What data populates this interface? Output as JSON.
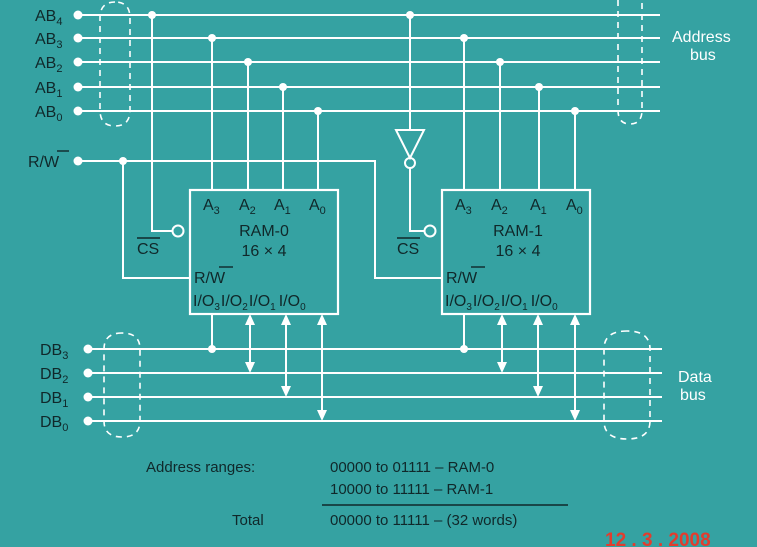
{
  "colors": {
    "background": "#35a2a2",
    "wire": "#ffffff",
    "label_dark": "#10282a",
    "stamp": "#e23c2e"
  },
  "address_lines": [
    {
      "base": "AB",
      "sub": "4"
    },
    {
      "base": "AB",
      "sub": "3"
    },
    {
      "base": "AB",
      "sub": "2"
    },
    {
      "base": "AB",
      "sub": "1"
    },
    {
      "base": "AB",
      "sub": "0"
    }
  ],
  "data_lines": [
    {
      "base": "DB",
      "sub": "3"
    },
    {
      "base": "DB",
      "sub": "2"
    },
    {
      "base": "DB",
      "sub": "1"
    },
    {
      "base": "DB",
      "sub": "0"
    }
  ],
  "rw_label": "R/W",
  "address_bus_label": [
    "Address",
    "bus"
  ],
  "data_bus_label": [
    "Data",
    "bus"
  ],
  "chips": [
    {
      "name": "RAM-0",
      "size": "16 × 4",
      "addr_pins": [
        {
          "base": "A",
          "sub": "3"
        },
        {
          "base": "A",
          "sub": "2"
        },
        {
          "base": "A",
          "sub": "1"
        },
        {
          "base": "A",
          "sub": "0"
        }
      ],
      "io_pins": [
        {
          "base": "I/O",
          "sub": "3"
        },
        {
          "base": "I/O",
          "sub": "2"
        },
        {
          "base": "I/O",
          "sub": "1"
        },
        {
          "base": "I/O",
          "sub": "0"
        }
      ],
      "cs_label": "CS",
      "rw_label": "R/W"
    },
    {
      "name": "RAM-1",
      "size": "16 × 4",
      "addr_pins": [
        {
          "base": "A",
          "sub": "3"
        },
        {
          "base": "A",
          "sub": "2"
        },
        {
          "base": "A",
          "sub": "1"
        },
        {
          "base": "A",
          "sub": "0"
        }
      ],
      "io_pins": [
        {
          "base": "I/O",
          "sub": "3"
        },
        {
          "base": "I/O",
          "sub": "2"
        },
        {
          "base": "I/O",
          "sub": "1"
        },
        {
          "base": "I/O",
          "sub": "0"
        }
      ],
      "cs_label": "CS",
      "rw_label": "R/W"
    }
  ],
  "address_ranges": {
    "label": "Address ranges:",
    "rows": [
      "00000 to 01111 – RAM-0",
      "10000 to 11111 – RAM-1"
    ],
    "total_label": "Total",
    "total_value": "00000 to 11111 – (32 words)"
  },
  "stamp": "12 . 3 . 2008"
}
